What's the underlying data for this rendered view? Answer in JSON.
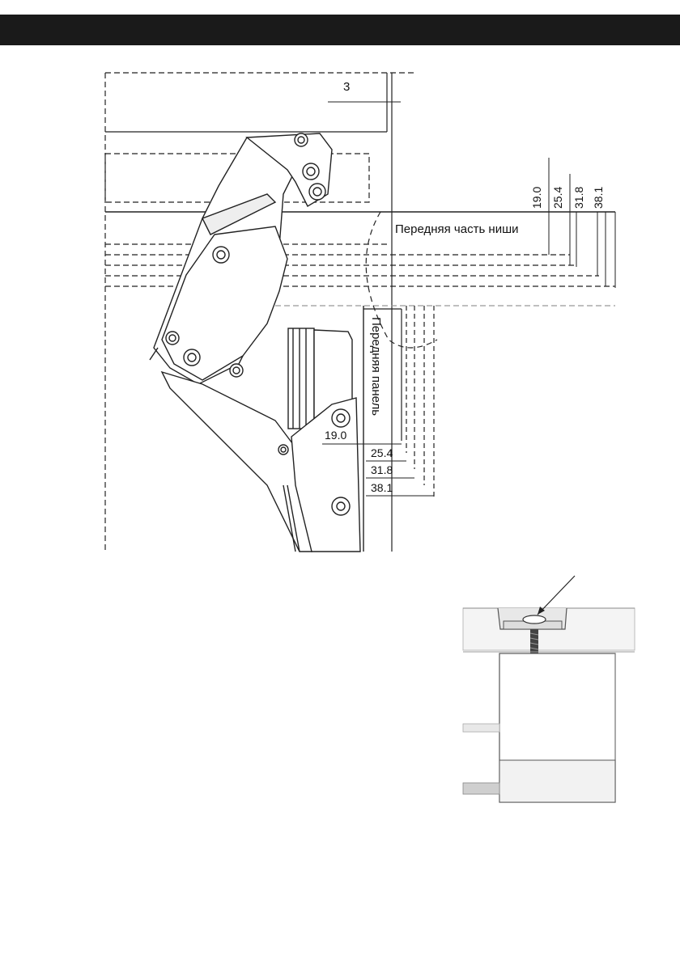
{
  "header": {
    "color": "#1a1a1a"
  },
  "diagram": {
    "gap_label": "3",
    "niche_front_label": "Передняя часть ниши",
    "front_panel_label": "Передняя панель",
    "vertical_dims": [
      "19.0",
      "25.4",
      "31.8",
      "38.1"
    ],
    "horizontal_dims": [
      "19.0",
      "25.4",
      "31.8",
      "38.1"
    ]
  },
  "detail_illustration": {
    "description_icon": "adjustment-screw-icon"
  }
}
